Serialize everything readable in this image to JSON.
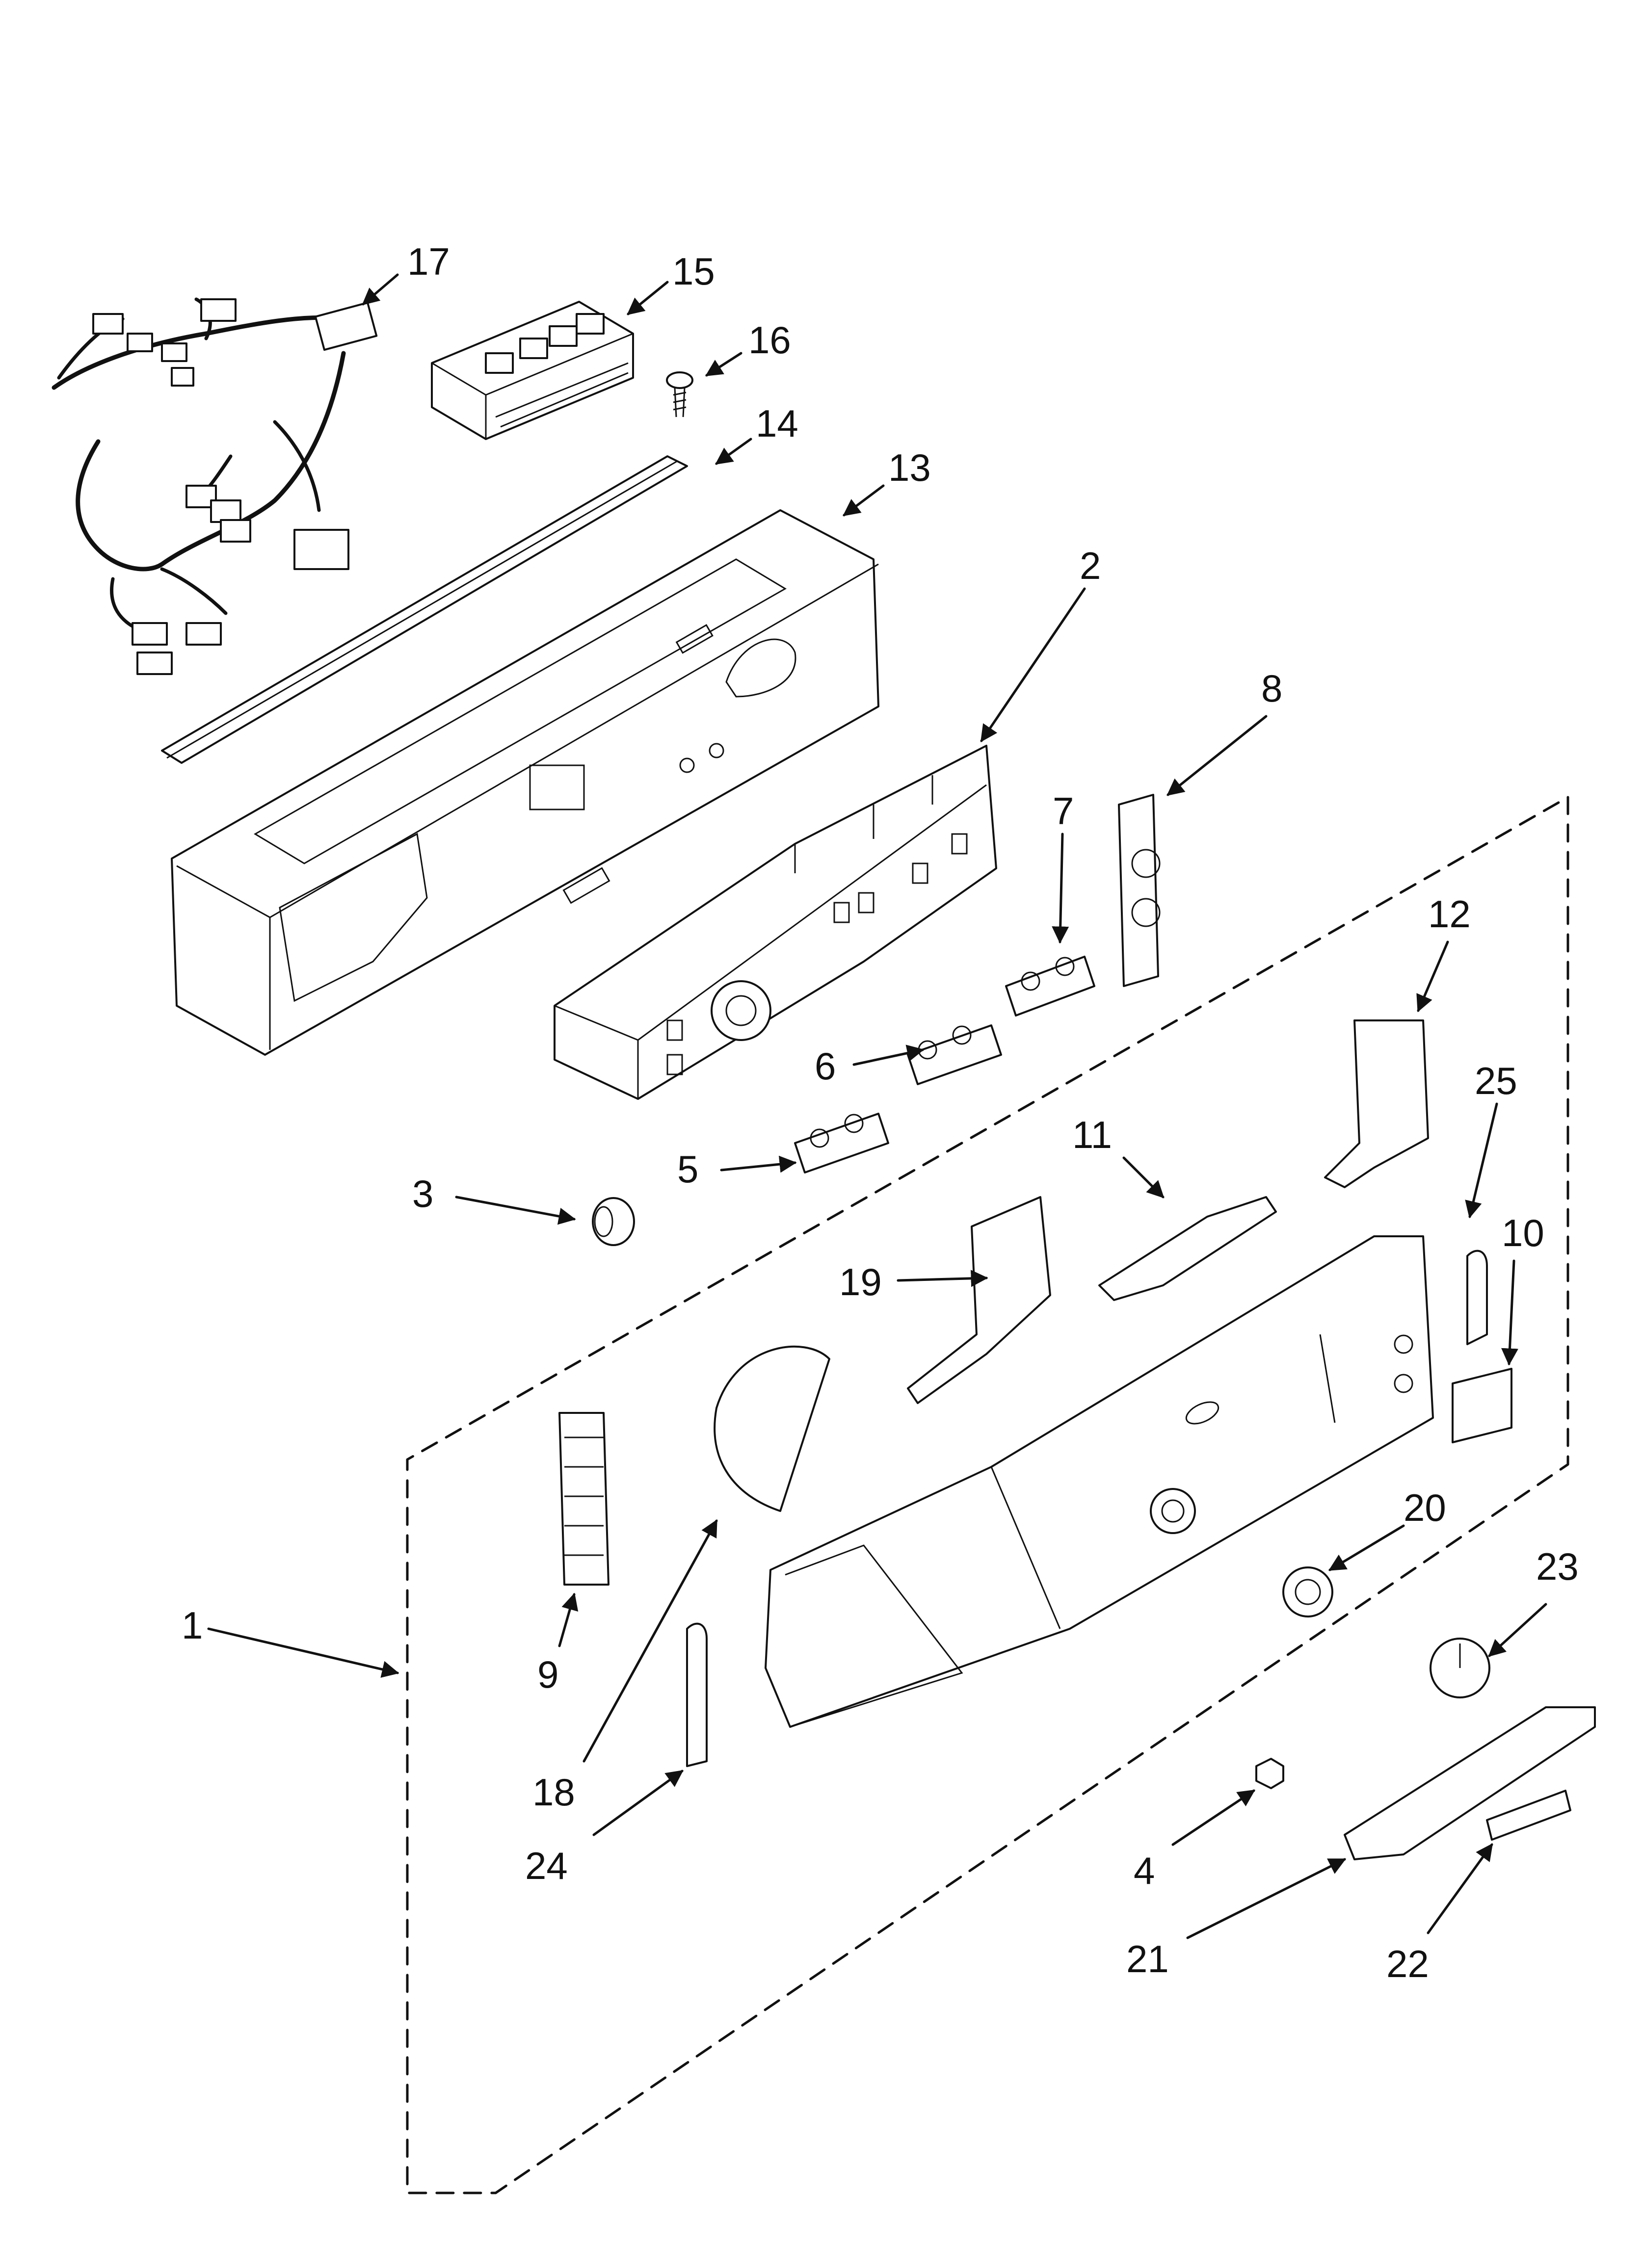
{
  "diagram": {
    "type": "exploded-parts-view",
    "callouts": [
      "1",
      "2",
      "3",
      "4",
      "5",
      "6",
      "7",
      "8",
      "9",
      "10",
      "11",
      "12",
      "13",
      "14",
      "15",
      "16",
      "17",
      "18",
      "19",
      "20",
      "21",
      "22",
      "23",
      "24",
      "25"
    ]
  },
  "colors": {
    "line": "#111111",
    "background": "#ffffff"
  }
}
